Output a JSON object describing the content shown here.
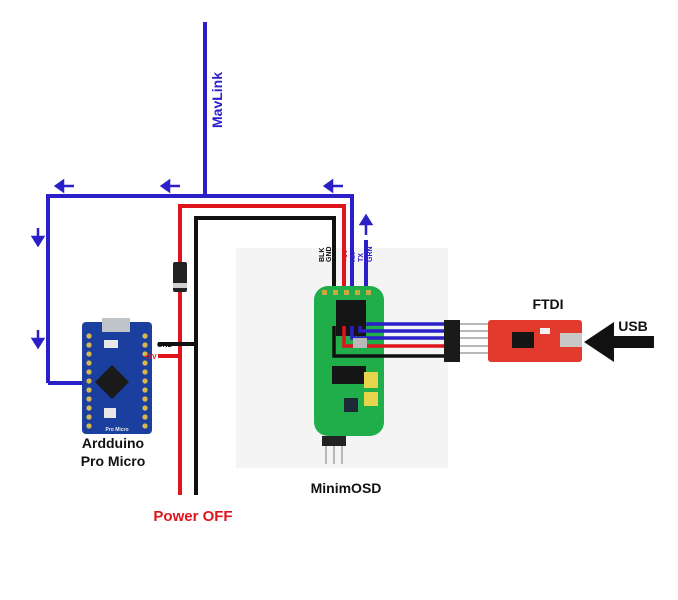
{
  "labels": {
    "mavlink": "MavLink",
    "arduino_line1": "Ardduino",
    "arduino_line2": "Pro  Micro",
    "minimosd": "MinimOSD",
    "ftdi": "FTDI",
    "usb": "USB",
    "power_off": "Power OFF",
    "gnd_pin": "GND",
    "plus5v_pin": "+5V",
    "osd_pins": [
      "GND",
      "+5V",
      "RX",
      "TX",
      "GRN"
    ],
    "osd_pins_sub": "BLK",
    "pro_micro_silk": "Pro Micro"
  },
  "colors": {
    "mavlink_wire": "#2b1fc8",
    "power_wire": "#e0141c",
    "ground_wire": "#111111",
    "osd_board": "#1fae4a",
    "arduino_board": "#1b3f9e",
    "ftdi_board": "#e23a2c",
    "power_off_text": "#e0141c"
  },
  "icons": [
    "arrow-left-icon",
    "arrow-down-icon",
    "arrow-up-icon",
    "usb-arrow-icon",
    "diode-icon"
  ]
}
